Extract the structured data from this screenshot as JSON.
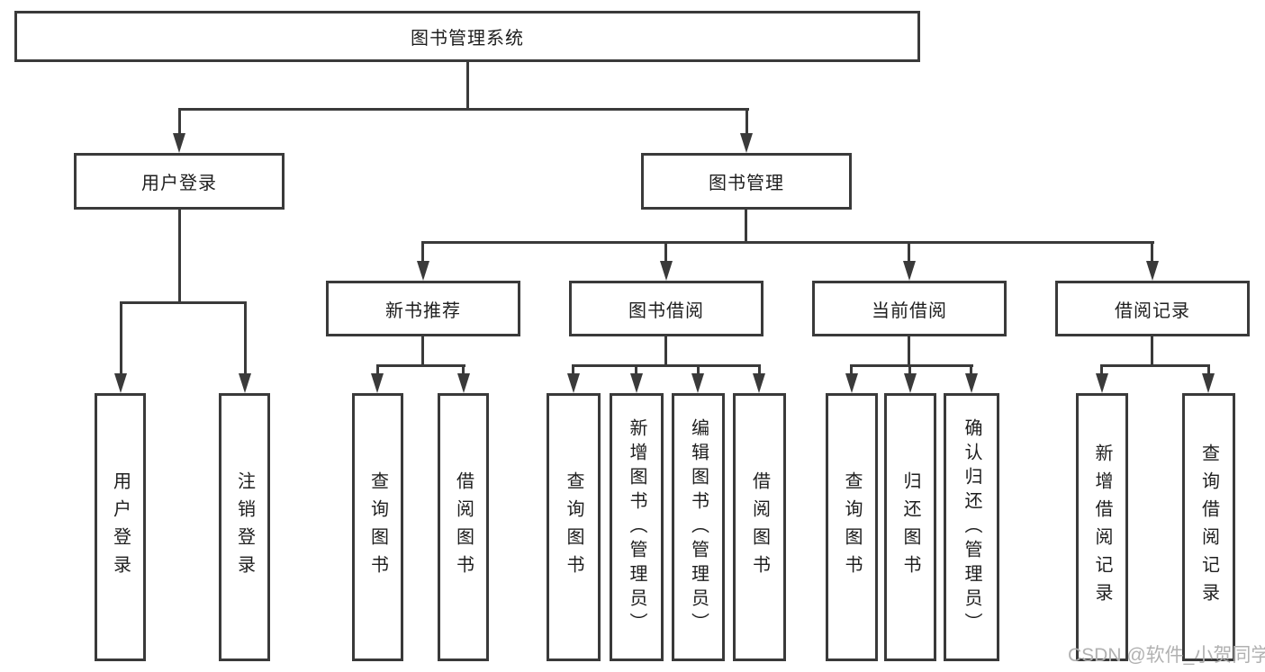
{
  "diagram": {
    "root": "图书管理系统",
    "level2": {
      "user_login": "用户登录",
      "book_mgmt": "图书管理"
    },
    "level3": {
      "new_books": "新书推荐",
      "borrow": "图书借阅",
      "current": "当前借阅",
      "records": "借阅记录"
    },
    "leaves": {
      "user_login": "用户登录",
      "logout": "注销登录",
      "nb_query": "查询图书",
      "nb_borrow": "借阅图书",
      "bw_query": "查询图书",
      "bw_add": "新增图书（管理员）",
      "bw_edit": "编辑图书（管理员）",
      "bw_borrow": "借阅图书",
      "cur_query": "查询图书",
      "cur_return": "归还图书",
      "cur_confirm": "确认归还（管理员）",
      "rec_add": "新增借阅记录",
      "rec_query": "查询借阅记录"
    }
  },
  "watermark": "CSDN @软件_小贺同学",
  "colors": {
    "line": "#3a3a3a",
    "background": "#ffffff",
    "watermark_gray": "#b1b1b1"
  }
}
